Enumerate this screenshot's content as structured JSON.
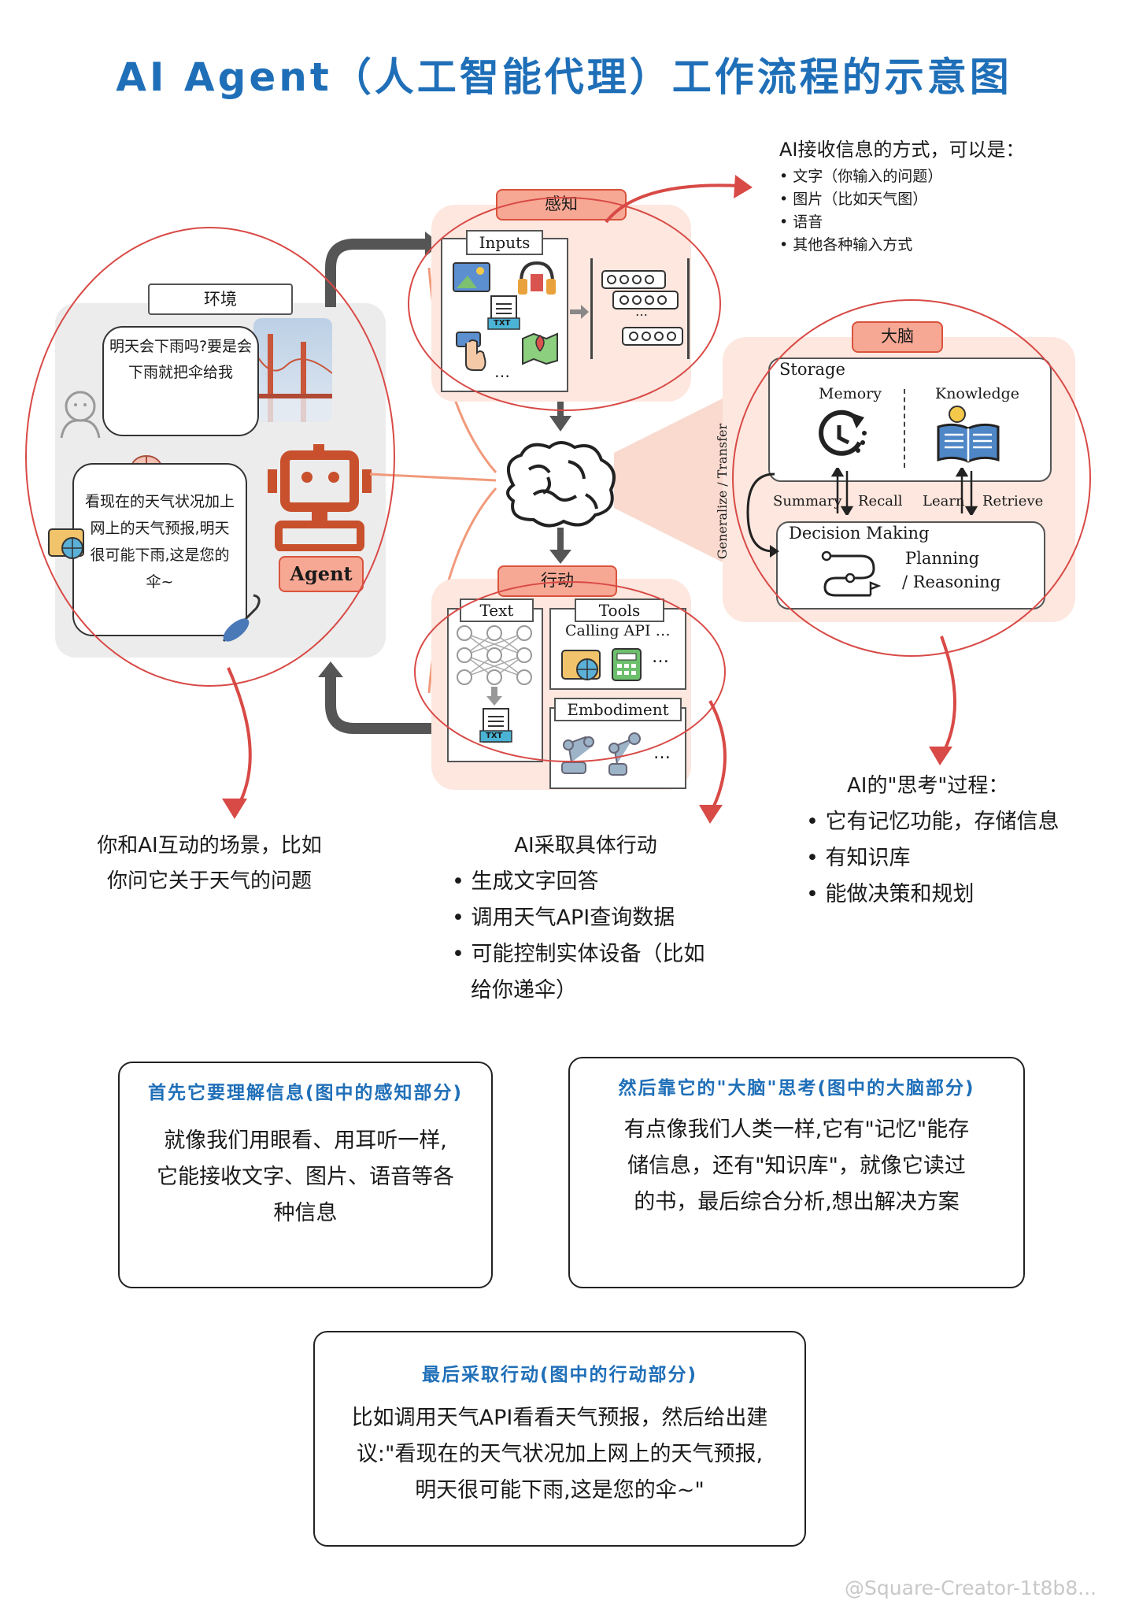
{
  "title": "AI  Agent（人工智能代理）工作流程的示意图",
  "diagram": {
    "environment_label": "环境",
    "user_question": "明天会下雨吗?要是会下雨就把伞给我",
    "agent_reply": "看现在的天气状况加上网上的天气预报,明天很可能下雨,这是您的伞~",
    "agent_label": "Agent",
    "perception_label": "感知",
    "inputs_label": "Inputs",
    "brain_label": "大脑",
    "storage_label": "Storage",
    "memory_label": "Memory",
    "knowledge_label": "Knowledge",
    "summary_label": "Summary",
    "recall_label": "Recall",
    "learn_label": "Learn",
    "retrieve_label": "Retrieve",
    "decision_label": "Decision Making",
    "planning_label": "Planning",
    "reasoning_label": "/ Reasoning",
    "generalize_label": "Generalize / Transfer",
    "action_label": "行动",
    "text_label": "Text",
    "tools_label": "Tools",
    "calling_api_label": "Calling API …",
    "embodiment_label": "Embodiment",
    "txt_icon_label": "TXT",
    "ellipsis": "…",
    "colors": {
      "title": "#1f6fb8",
      "red": "#d84a46",
      "label_fill": "#f7a894",
      "panel_pink": "#fde7df"
    }
  },
  "annotations": {
    "input_methods": {
      "heading": "AI接收信息的方式，可以是：",
      "items": [
        "文字（你输入的问题）",
        "图片（比如天气图）",
        "语音",
        "其他各种输入方式"
      ]
    },
    "scene": [
      "你和AI互动的场景，比如",
      "你问它关于天气的问题"
    ],
    "action": {
      "heading": "AI采取具体行动",
      "items": [
        "生成文字回答",
        "调用天气API查询数据",
        "可能控制实体设备（比如给你递伞）"
      ]
    },
    "thinking": {
      "heading": "AI的\"思考\"过程：",
      "items": [
        "它有记忆功能，存储信息",
        "有知识库",
        "能做决策和规划"
      ]
    }
  },
  "cards": [
    {
      "title": "首先它要理解信息(图中的感知部分)",
      "body": "就像我们用眼看、用耳听一样,它能接收文字、图片、语音等各种信息"
    },
    {
      "title": "然后靠它的\"大脑\"思考(图中的大脑部分)",
      "body": "有点像我们人类一样,它有\"记忆\"能存储信息，还有\"知识库\"，就像它读过的书，最后综合分析,想出解决方案"
    },
    {
      "title": "最后采取行动(图中的行动部分)",
      "body": "比如调用天气API看看天气预报，然后给出建议:\"看现在的天气状况加上网上的天气预报,明天很可能下雨,这是您的伞~\""
    }
  ],
  "watermark": "@Square-Creator-1t8b8..."
}
